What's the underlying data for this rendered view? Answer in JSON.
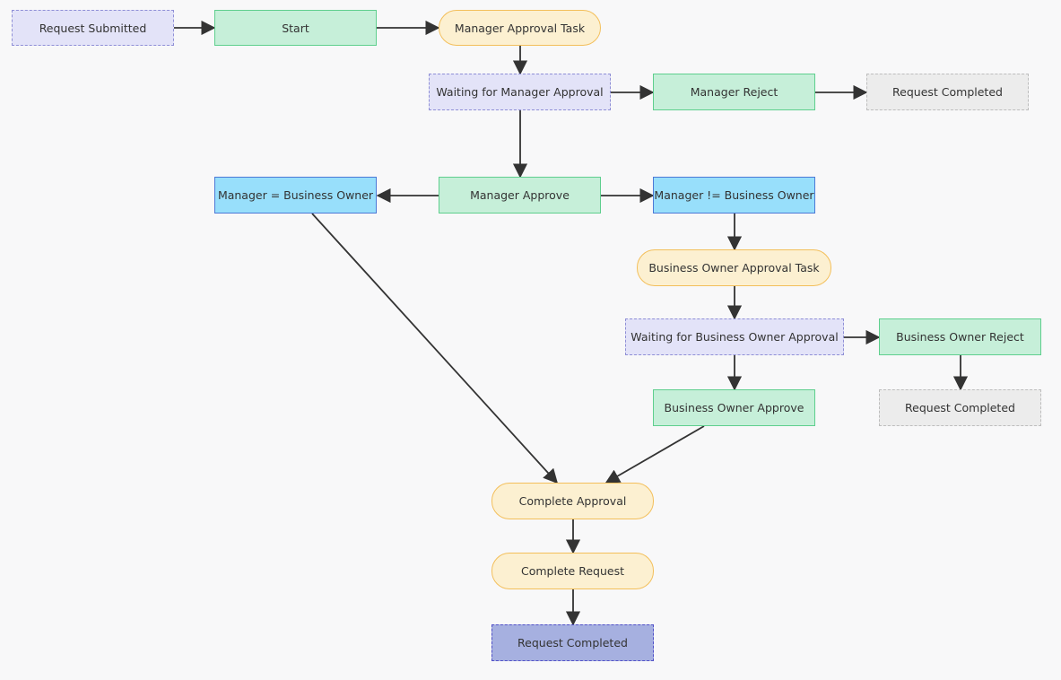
{
  "diagram": {
    "nodes": {
      "request_submitted": "Request Submitted",
      "start": "Start",
      "manager_approval_task": "Manager Approval Task",
      "waiting_manager_approval": "Waiting for Manager Approval",
      "manager_reject": "Manager Reject",
      "request_completed_1": "Request Completed",
      "manager_approve": "Manager Approve",
      "manager_eq_business_owner": "Manager = Business Owner",
      "manager_neq_business_owner": "Manager != Business Owner",
      "business_owner_approval_task": "Business Owner Approval Task",
      "waiting_business_owner_approval": "Waiting for Business Owner Approval",
      "business_owner_reject": "Business Owner Reject",
      "request_completed_2": "Request Completed",
      "business_owner_approve": "Business Owner Approve",
      "complete_approval": "Complete Approval",
      "complete_request": "Complete Request",
      "request_completed_final": "Request Completed"
    },
    "colors": {
      "event_fill": "#e3e3f8",
      "process_fill": "#c6efd9",
      "task_fill": "#fcf0d1",
      "condition_fill": "#98dffb",
      "end_fill": "#ececec",
      "final_fill": "#a6b0e0",
      "edge": "#333333"
    }
  }
}
